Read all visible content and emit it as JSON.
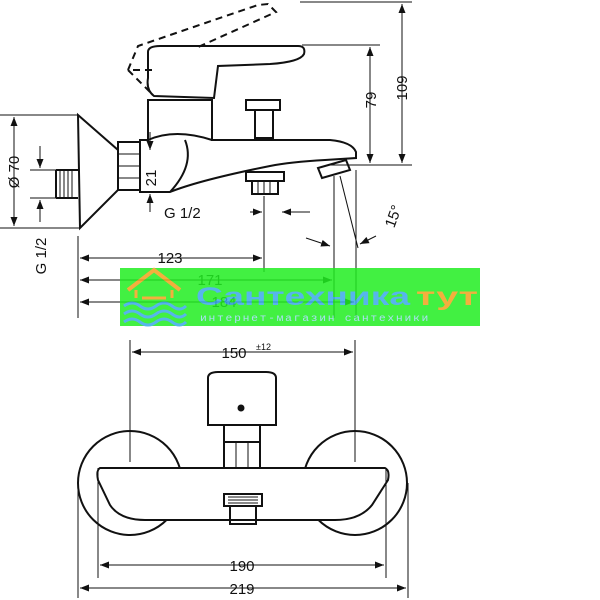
{
  "dimensions": {
    "d109": "109",
    "d79": "79",
    "d21": "21",
    "d_diam70": "Ø 70",
    "d_g12_left": "G 1/2",
    "d_g12_mid": "G 1/2",
    "d15": "15°",
    "d123": "123",
    "d171": "171",
    "d184": "184",
    "d150": "150",
    "d150_tol": "±12",
    "d190": "190",
    "d219": "219"
  },
  "watermark": {
    "title_main": "Сантехника",
    "title_accent": "тут",
    "subtitle": "интернет-магазин сантехники",
    "colors": {
      "band": "#22ee22",
      "title": "#3aa9e8",
      "accent": "#f2a21d",
      "logo_roof": "#f2a21d",
      "logo_waves": "#3aa9e8"
    }
  }
}
